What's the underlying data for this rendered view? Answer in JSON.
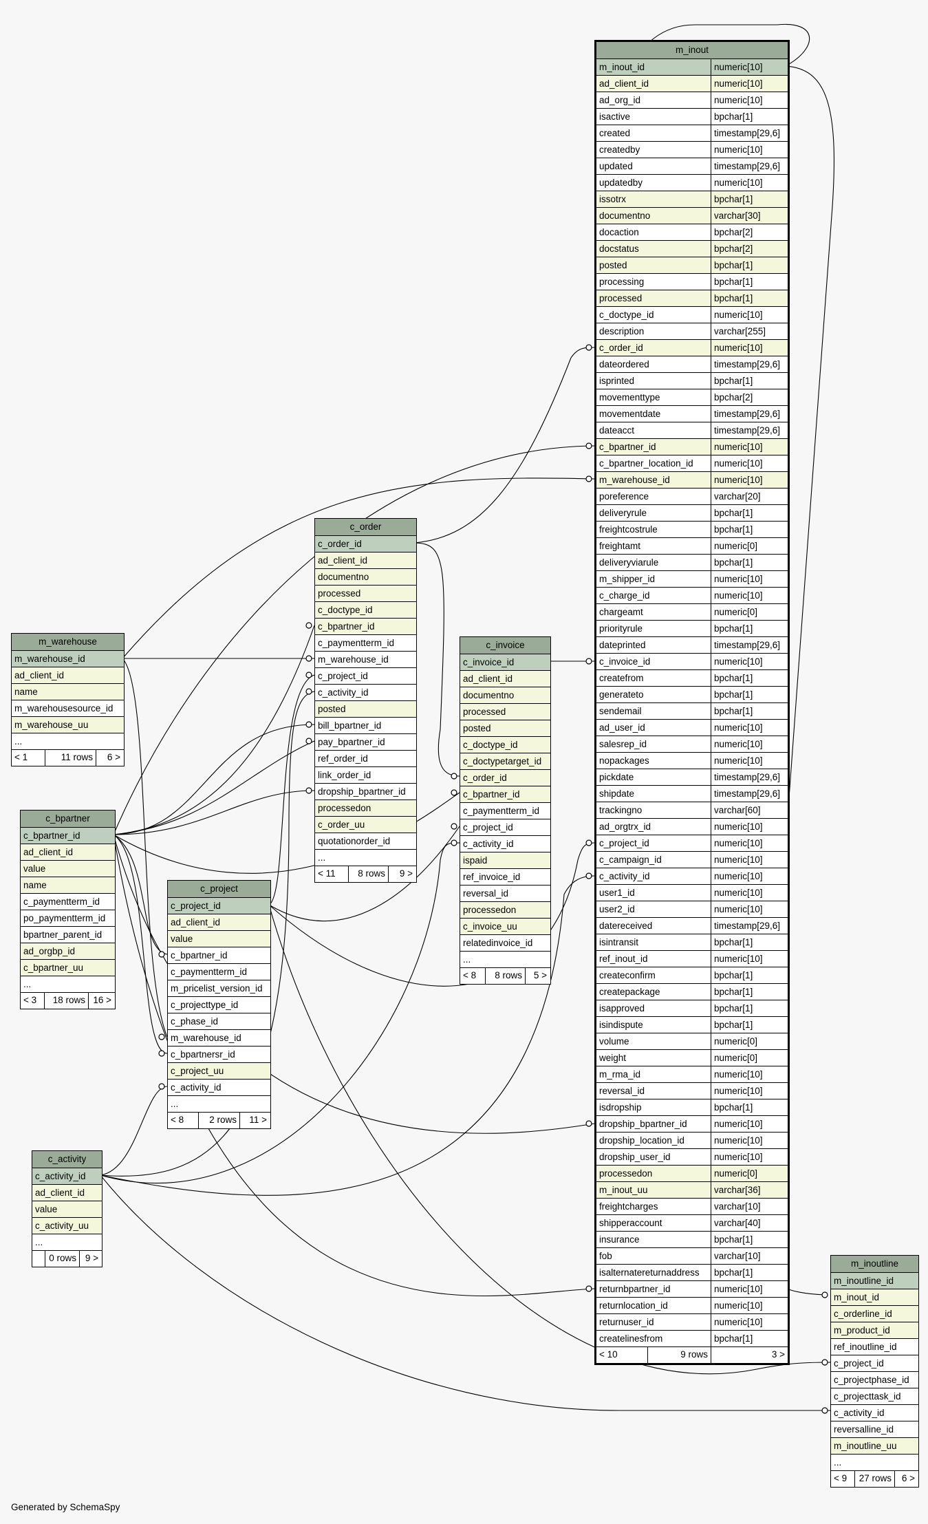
{
  "footer": "Generated by SchemaSpy",
  "colors": {
    "background": "#f7f7f7",
    "header": "#9aab97",
    "primary_key_row": "#bfcfbd",
    "foreign_key_row": "#f4f7dc",
    "plain_row": "#ffffff",
    "line": "#000000"
  },
  "tables": [
    {
      "id": "m_inout",
      "name": "m_inout",
      "main": true,
      "columns": [
        {
          "name": "m_inout_id",
          "type": "numeric[10]",
          "kind": "pk"
        },
        {
          "name": "ad_client_id",
          "type": "numeric[10]",
          "kind": "fk"
        },
        {
          "name": "ad_org_id",
          "type": "numeric[10]",
          "kind": ""
        },
        {
          "name": "isactive",
          "type": "bpchar[1]",
          "kind": ""
        },
        {
          "name": "created",
          "type": "timestamp[29,6]",
          "kind": ""
        },
        {
          "name": "createdby",
          "type": "numeric[10]",
          "kind": ""
        },
        {
          "name": "updated",
          "type": "timestamp[29,6]",
          "kind": ""
        },
        {
          "name": "updatedby",
          "type": "numeric[10]",
          "kind": ""
        },
        {
          "name": "issotrx",
          "type": "bpchar[1]",
          "kind": "fk"
        },
        {
          "name": "documentno",
          "type": "varchar[30]",
          "kind": "fk"
        },
        {
          "name": "docaction",
          "type": "bpchar[2]",
          "kind": ""
        },
        {
          "name": "docstatus",
          "type": "bpchar[2]",
          "kind": "fk"
        },
        {
          "name": "posted",
          "type": "bpchar[1]",
          "kind": "fk"
        },
        {
          "name": "processing",
          "type": "bpchar[1]",
          "kind": ""
        },
        {
          "name": "processed",
          "type": "bpchar[1]",
          "kind": "fk"
        },
        {
          "name": "c_doctype_id",
          "type": "numeric[10]",
          "kind": ""
        },
        {
          "name": "description",
          "type": "varchar[255]",
          "kind": ""
        },
        {
          "name": "c_order_id",
          "type": "numeric[10]",
          "kind": "fk"
        },
        {
          "name": "dateordered",
          "type": "timestamp[29,6]",
          "kind": ""
        },
        {
          "name": "isprinted",
          "type": "bpchar[1]",
          "kind": ""
        },
        {
          "name": "movementtype",
          "type": "bpchar[2]",
          "kind": ""
        },
        {
          "name": "movementdate",
          "type": "timestamp[29,6]",
          "kind": ""
        },
        {
          "name": "dateacct",
          "type": "timestamp[29,6]",
          "kind": ""
        },
        {
          "name": "c_bpartner_id",
          "type": "numeric[10]",
          "kind": "fk"
        },
        {
          "name": "c_bpartner_location_id",
          "type": "numeric[10]",
          "kind": ""
        },
        {
          "name": "m_warehouse_id",
          "type": "numeric[10]",
          "kind": "fk"
        },
        {
          "name": "poreference",
          "type": "varchar[20]",
          "kind": ""
        },
        {
          "name": "deliveryrule",
          "type": "bpchar[1]",
          "kind": ""
        },
        {
          "name": "freightcostrule",
          "type": "bpchar[1]",
          "kind": ""
        },
        {
          "name": "freightamt",
          "type": "numeric[0]",
          "kind": ""
        },
        {
          "name": "deliveryviarule",
          "type": "bpchar[1]",
          "kind": ""
        },
        {
          "name": "m_shipper_id",
          "type": "numeric[10]",
          "kind": ""
        },
        {
          "name": "c_charge_id",
          "type": "numeric[10]",
          "kind": ""
        },
        {
          "name": "chargeamt",
          "type": "numeric[0]",
          "kind": ""
        },
        {
          "name": "priorityrule",
          "type": "bpchar[1]",
          "kind": ""
        },
        {
          "name": "dateprinted",
          "type": "timestamp[29,6]",
          "kind": ""
        },
        {
          "name": "c_invoice_id",
          "type": "numeric[10]",
          "kind": ""
        },
        {
          "name": "createfrom",
          "type": "bpchar[1]",
          "kind": ""
        },
        {
          "name": "generateto",
          "type": "bpchar[1]",
          "kind": ""
        },
        {
          "name": "sendemail",
          "type": "bpchar[1]",
          "kind": ""
        },
        {
          "name": "ad_user_id",
          "type": "numeric[10]",
          "kind": ""
        },
        {
          "name": "salesrep_id",
          "type": "numeric[10]",
          "kind": ""
        },
        {
          "name": "nopackages",
          "type": "numeric[10]",
          "kind": ""
        },
        {
          "name": "pickdate",
          "type": "timestamp[29,6]",
          "kind": ""
        },
        {
          "name": "shipdate",
          "type": "timestamp[29,6]",
          "kind": ""
        },
        {
          "name": "trackingno",
          "type": "varchar[60]",
          "kind": ""
        },
        {
          "name": "ad_orgtrx_id",
          "type": "numeric[10]",
          "kind": ""
        },
        {
          "name": "c_project_id",
          "type": "numeric[10]",
          "kind": ""
        },
        {
          "name": "c_campaign_id",
          "type": "numeric[10]",
          "kind": ""
        },
        {
          "name": "c_activity_id",
          "type": "numeric[10]",
          "kind": ""
        },
        {
          "name": "user1_id",
          "type": "numeric[10]",
          "kind": ""
        },
        {
          "name": "user2_id",
          "type": "numeric[10]",
          "kind": ""
        },
        {
          "name": "datereceived",
          "type": "timestamp[29,6]",
          "kind": ""
        },
        {
          "name": "isintransit",
          "type": "bpchar[1]",
          "kind": ""
        },
        {
          "name": "ref_inout_id",
          "type": "numeric[10]",
          "kind": ""
        },
        {
          "name": "createconfirm",
          "type": "bpchar[1]",
          "kind": ""
        },
        {
          "name": "createpackage",
          "type": "bpchar[1]",
          "kind": ""
        },
        {
          "name": "isapproved",
          "type": "bpchar[1]",
          "kind": ""
        },
        {
          "name": "isindispute",
          "type": "bpchar[1]",
          "kind": ""
        },
        {
          "name": "volume",
          "type": "numeric[0]",
          "kind": ""
        },
        {
          "name": "weight",
          "type": "numeric[0]",
          "kind": ""
        },
        {
          "name": "m_rma_id",
          "type": "numeric[10]",
          "kind": ""
        },
        {
          "name": "reversal_id",
          "type": "numeric[10]",
          "kind": ""
        },
        {
          "name": "isdropship",
          "type": "bpchar[1]",
          "kind": ""
        },
        {
          "name": "dropship_bpartner_id",
          "type": "numeric[10]",
          "kind": ""
        },
        {
          "name": "dropship_location_id",
          "type": "numeric[10]",
          "kind": ""
        },
        {
          "name": "dropship_user_id",
          "type": "numeric[10]",
          "kind": ""
        },
        {
          "name": "processedon",
          "type": "numeric[0]",
          "kind": "fk"
        },
        {
          "name": "m_inout_uu",
          "type": "varchar[36]",
          "kind": "fk"
        },
        {
          "name": "freightcharges",
          "type": "varchar[10]",
          "kind": ""
        },
        {
          "name": "shipperaccount",
          "type": "varchar[40]",
          "kind": ""
        },
        {
          "name": "insurance",
          "type": "bpchar[1]",
          "kind": ""
        },
        {
          "name": "fob",
          "type": "varchar[10]",
          "kind": ""
        },
        {
          "name": "isalternatereturnaddress",
          "type": "bpchar[1]",
          "kind": ""
        },
        {
          "name": "returnbpartner_id",
          "type": "numeric[10]",
          "kind": ""
        },
        {
          "name": "returnlocation_id",
          "type": "numeric[10]",
          "kind": ""
        },
        {
          "name": "returnuser_id",
          "type": "numeric[10]",
          "kind": ""
        },
        {
          "name": "createlinesfrom",
          "type": "bpchar[1]",
          "kind": ""
        }
      ],
      "footer": [
        "< 10",
        "9 rows",
        "3 >"
      ]
    },
    {
      "id": "c_order",
      "name": "c_order",
      "columns": [
        {
          "name": "c_order_id",
          "kind": "pk"
        },
        {
          "name": "ad_client_id",
          "kind": "fk"
        },
        {
          "name": "documentno",
          "kind": "fk"
        },
        {
          "name": "processed",
          "kind": "fk"
        },
        {
          "name": "c_doctype_id",
          "kind": "fk"
        },
        {
          "name": "c_bpartner_id",
          "kind": "fk"
        },
        {
          "name": "c_paymentterm_id",
          "kind": ""
        },
        {
          "name": "m_warehouse_id",
          "kind": ""
        },
        {
          "name": "c_project_id",
          "kind": ""
        },
        {
          "name": "c_activity_id",
          "kind": ""
        },
        {
          "name": "posted",
          "kind": "fk"
        },
        {
          "name": "bill_bpartner_id",
          "kind": ""
        },
        {
          "name": "pay_bpartner_id",
          "kind": ""
        },
        {
          "name": "ref_order_id",
          "kind": ""
        },
        {
          "name": "link_order_id",
          "kind": ""
        },
        {
          "name": "dropship_bpartner_id",
          "kind": ""
        },
        {
          "name": "processedon",
          "kind": "fk"
        },
        {
          "name": "c_order_uu",
          "kind": "fk"
        },
        {
          "name": "quotationorder_id",
          "kind": ""
        },
        {
          "name": "...",
          "kind": "ell"
        }
      ],
      "footer": [
        "< 11",
        "8 rows",
        "9 >"
      ]
    },
    {
      "id": "c_invoice",
      "name": "c_invoice",
      "columns": [
        {
          "name": "c_invoice_id",
          "kind": "pk"
        },
        {
          "name": "ad_client_id",
          "kind": "fk"
        },
        {
          "name": "documentno",
          "kind": "fk"
        },
        {
          "name": "processed",
          "kind": "fk"
        },
        {
          "name": "posted",
          "kind": "fk"
        },
        {
          "name": "c_doctype_id",
          "kind": "fk"
        },
        {
          "name": "c_doctypetarget_id",
          "kind": "fk"
        },
        {
          "name": "c_order_id",
          "kind": "fk"
        },
        {
          "name": "c_bpartner_id",
          "kind": "fk"
        },
        {
          "name": "c_paymentterm_id",
          "kind": ""
        },
        {
          "name": "c_project_id",
          "kind": ""
        },
        {
          "name": "c_activity_id",
          "kind": ""
        },
        {
          "name": "ispaid",
          "kind": "fk"
        },
        {
          "name": "ref_invoice_id",
          "kind": ""
        },
        {
          "name": "reversal_id",
          "kind": ""
        },
        {
          "name": "processedon",
          "kind": "fk"
        },
        {
          "name": "c_invoice_uu",
          "kind": "fk"
        },
        {
          "name": "relatedinvoice_id",
          "kind": ""
        },
        {
          "name": "...",
          "kind": "ell"
        }
      ],
      "footer": [
        "< 8",
        "8 rows",
        "5 >"
      ]
    },
    {
      "id": "m_warehouse",
      "name": "m_warehouse",
      "columns": [
        {
          "name": "m_warehouse_id",
          "kind": "pk"
        },
        {
          "name": "ad_client_id",
          "kind": "fk"
        },
        {
          "name": "name",
          "kind": "fk"
        },
        {
          "name": "m_warehousesource_id",
          "kind": ""
        },
        {
          "name": "m_warehouse_uu",
          "kind": "fk"
        },
        {
          "name": "...",
          "kind": "ell"
        }
      ],
      "footer": [
        "< 1",
        "11 rows",
        "6 >"
      ]
    },
    {
      "id": "c_bpartner",
      "name": "c_bpartner",
      "columns": [
        {
          "name": "c_bpartner_id",
          "kind": "pk"
        },
        {
          "name": "ad_client_id",
          "kind": "fk"
        },
        {
          "name": "value",
          "kind": "fk"
        },
        {
          "name": "name",
          "kind": "fk"
        },
        {
          "name": "c_paymentterm_id",
          "kind": ""
        },
        {
          "name": "po_paymentterm_id",
          "kind": ""
        },
        {
          "name": "bpartner_parent_id",
          "kind": ""
        },
        {
          "name": "ad_orgbp_id",
          "kind": "fk"
        },
        {
          "name": "c_bpartner_uu",
          "kind": "fk"
        },
        {
          "name": "...",
          "kind": "ell"
        }
      ],
      "footer": [
        "< 3",
        "18 rows",
        "16 >"
      ]
    },
    {
      "id": "c_project",
      "name": "c_project",
      "columns": [
        {
          "name": "c_project_id",
          "kind": "pk"
        },
        {
          "name": "ad_client_id",
          "kind": "fk"
        },
        {
          "name": "value",
          "kind": "fk"
        },
        {
          "name": "c_bpartner_id",
          "kind": ""
        },
        {
          "name": "c_paymentterm_id",
          "kind": ""
        },
        {
          "name": "m_pricelist_version_id",
          "kind": ""
        },
        {
          "name": "c_projecttype_id",
          "kind": ""
        },
        {
          "name": "c_phase_id",
          "kind": ""
        },
        {
          "name": "m_warehouse_id",
          "kind": ""
        },
        {
          "name": "c_bpartnersr_id",
          "kind": ""
        },
        {
          "name": "c_project_uu",
          "kind": "fk"
        },
        {
          "name": "c_activity_id",
          "kind": ""
        },
        {
          "name": "...",
          "kind": "ell"
        }
      ],
      "footer": [
        "< 8",
        "2 rows",
        "11 >"
      ]
    },
    {
      "id": "c_activity",
      "name": "c_activity",
      "columns": [
        {
          "name": "c_activity_id",
          "kind": "pk"
        },
        {
          "name": "ad_client_id",
          "kind": "fk"
        },
        {
          "name": "value",
          "kind": "fk"
        },
        {
          "name": "c_activity_uu",
          "kind": "fk"
        },
        {
          "name": "...",
          "kind": "ell"
        }
      ],
      "footer": [
        "",
        "0 rows",
        "9 >"
      ]
    },
    {
      "id": "m_inoutline",
      "name": "m_inoutline",
      "columns": [
        {
          "name": "m_inoutline_id",
          "kind": "pk"
        },
        {
          "name": "m_inout_id",
          "kind": "fk"
        },
        {
          "name": "c_orderline_id",
          "kind": "fk"
        },
        {
          "name": "m_product_id",
          "kind": "fk"
        },
        {
          "name": "ref_inoutline_id",
          "kind": ""
        },
        {
          "name": "c_project_id",
          "kind": ""
        },
        {
          "name": "c_projectphase_id",
          "kind": ""
        },
        {
          "name": "c_projecttask_id",
          "kind": ""
        },
        {
          "name": "c_activity_id",
          "kind": ""
        },
        {
          "name": "reversalline_id",
          "kind": ""
        },
        {
          "name": "m_inoutline_uu",
          "kind": "fk"
        },
        {
          "name": "...",
          "kind": "ell"
        }
      ],
      "footer": [
        "< 9",
        "27 rows",
        "6 >"
      ]
    }
  ]
}
